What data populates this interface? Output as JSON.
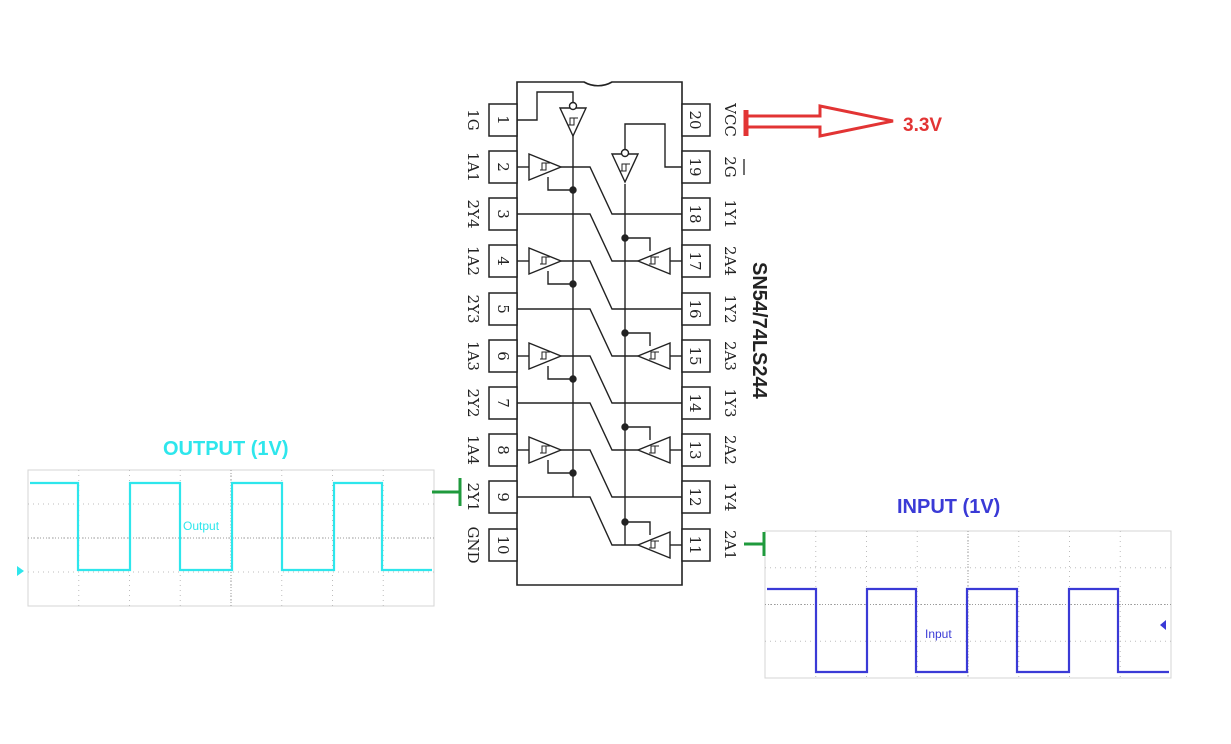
{
  "chip": {
    "name": "SN54/74LS244",
    "left_pins": [
      {
        "num": "1",
        "name": "1G"
      },
      {
        "num": "2",
        "name": "1A1"
      },
      {
        "num": "3",
        "name": "2Y4"
      },
      {
        "num": "4",
        "name": "1A2"
      },
      {
        "num": "5",
        "name": "2Y3"
      },
      {
        "num": "6",
        "name": "1A3"
      },
      {
        "num": "7",
        "name": "2Y2"
      },
      {
        "num": "8",
        "name": "1A4"
      },
      {
        "num": "9",
        "name": "2Y1"
      },
      {
        "num": "10",
        "name": "GND"
      }
    ],
    "right_pins": [
      {
        "num": "20",
        "name": "VCC"
      },
      {
        "num": "19",
        "name": "2G"
      },
      {
        "num": "18",
        "name": "1Y1"
      },
      {
        "num": "17",
        "name": "2A4"
      },
      {
        "num": "16",
        "name": "1Y2"
      },
      {
        "num": "15",
        "name": "2A3"
      },
      {
        "num": "14",
        "name": "1Y3"
      },
      {
        "num": "13",
        "name": "2A2"
      },
      {
        "num": "12",
        "name": "1Y4"
      },
      {
        "num": "11",
        "name": "2A1"
      }
    ]
  },
  "supply": {
    "label": "3.3V",
    "color": "#e23434"
  },
  "output_scope": {
    "title": "OUTPUT (1V)",
    "trace_label": "Output",
    "color": "#2ee6ec"
  },
  "input_scope": {
    "title": "INPUT  (1V)",
    "trace_label": "Input",
    "color": "#3a3ad6"
  },
  "probe_color": "#1f9a3c"
}
